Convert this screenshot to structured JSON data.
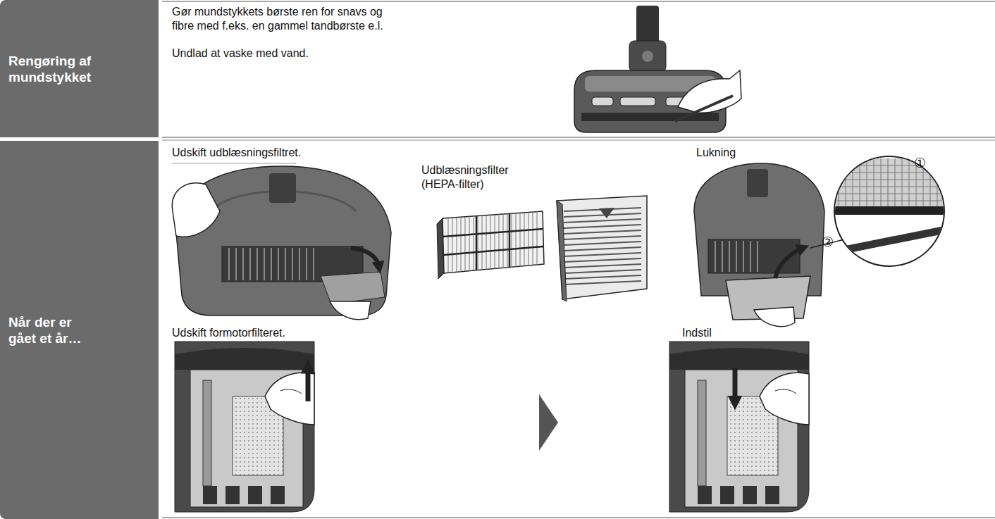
{
  "diagram": {
    "nodes": [
      {
        "text": [
          "Rengøring af mundstykket"
        ]
      },
      {
        "text": [
          "Når der er gået et år…"
        ]
      }
    ],
    "labels": [
      "Gør mundstykkets børste ren for snavs og fibre med f.eks. en gammel tandbørste e.l.",
      "Undlad at vaske med vand.",
      "Udskift udblæsningsfiltret.",
      "Udblæsningsfilter (HEPA-filter)",
      "Lukning",
      "①",
      "②",
      "Udskift formotorfilteret.",
      "Indstil"
    ]
  }
}
